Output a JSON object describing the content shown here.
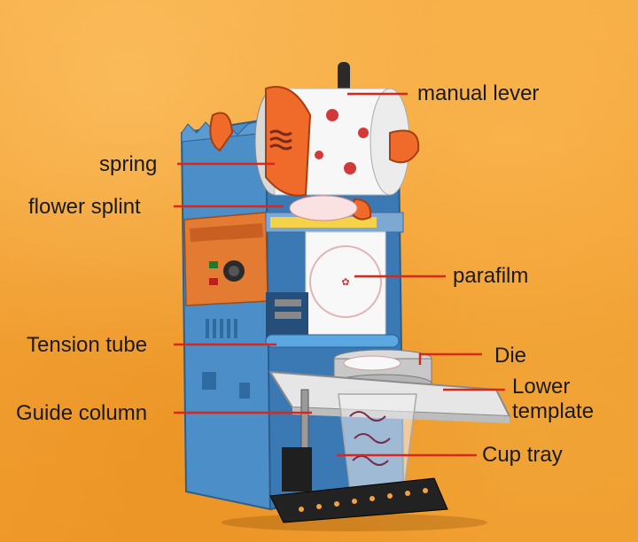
{
  "labels": {
    "manual_lever": "manual lever",
    "spring": "spring",
    "flower_splint": "flower splint",
    "parafilm": "parafilm",
    "tension_tube": "Tension tube",
    "die": "Die",
    "lower_template_line1": "Lower",
    "lower_template_line2": "template",
    "guide_column": "Guide column",
    "cup_tray": "Cup tray"
  },
  "colors": {
    "background": "#f4a33a",
    "leader_line": "#d8281c",
    "machine_blue": "#4b8cc6",
    "accent_orange": "#f06a2a"
  }
}
